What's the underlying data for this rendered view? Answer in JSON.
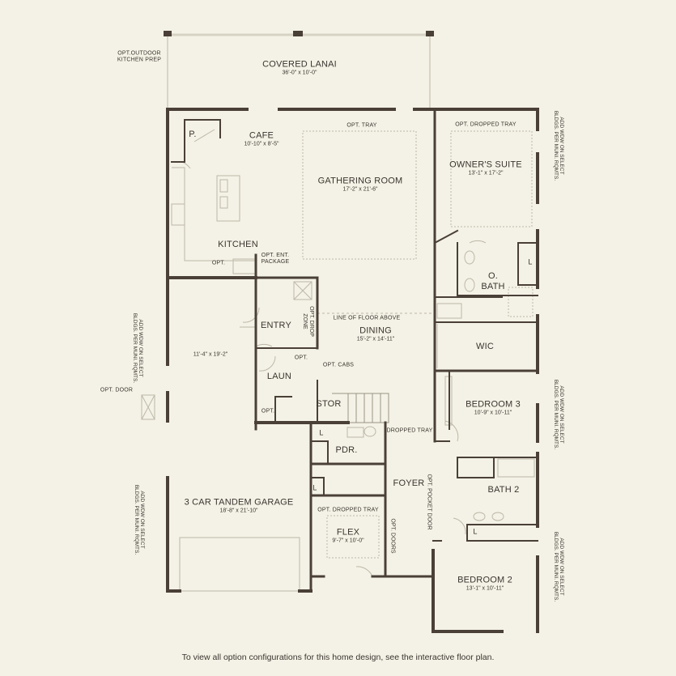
{
  "rooms": {
    "covered_lanai": {
      "name": "COVERED LANAI",
      "dims": "36'-0\" x 10'-0\""
    },
    "cafe": {
      "name": "CAFE",
      "dims": "10'-10\" x 8'-5\""
    },
    "pantry": {
      "name": "P."
    },
    "gathering_room": {
      "name": "GATHERING ROOM",
      "dims": "17'-2\" x 21'-6\""
    },
    "owners_suite": {
      "name": "OWNER'S SUITE",
      "dims": "13'-1\" x 17'-2\""
    },
    "kitchen": {
      "name": "KITCHEN"
    },
    "o_bath": {
      "name": "O. BATH"
    },
    "entry": {
      "name": "ENTRY"
    },
    "dining": {
      "name": "DINING",
      "dims": "15'-2\" x 14'-11\""
    },
    "wic": {
      "name": "WIC"
    },
    "laun": {
      "name": "LAUN"
    },
    "stor": {
      "name": "STOR"
    },
    "bedroom3": {
      "name": "BEDROOM 3",
      "dims": "10'-9\" x 10'-11\""
    },
    "pdr": {
      "name": "PDR."
    },
    "foyer": {
      "name": "FOYER"
    },
    "bath2": {
      "name": "BATH 2"
    },
    "garage": {
      "name": "3 CAR TANDEM GARAGE",
      "dims": "18'-8\" x 21'-10\"",
      "tandem_dims": "11'-4\" x 19'-2\""
    },
    "flex": {
      "name": "FLEX",
      "dims": "9'-7\" x 10'-0\""
    },
    "bedroom2": {
      "name": "BEDROOM 2",
      "dims": "13'-1\" x 10'-11\""
    }
  },
  "notes": {
    "outdoor_kitchen_1": "OPT.OUTDOOR",
    "outdoor_kitchen_2": "KITCHEN PREP",
    "opt_tray": "OPT. TRAY",
    "opt_dropped_tray_owner": "OPT. DROPPED TRAY",
    "opt_kitchen": "OPT.",
    "opt_ent_package_1": "OPT. ENT.",
    "opt_ent_package_2": "PACKAGE",
    "line_floor_above": "LINE OF FLOOR ABOVE",
    "opt_drop_zone_1": "OPT. DROP",
    "opt_drop_zone_2": "ZONE",
    "opt_laun_1": "OPT.",
    "opt_laun_2": "OPT.",
    "opt_cabs": "OPT. CABS",
    "opt_door": "OPT. DOOR",
    "dropped_tray": "DROPPED TRAY",
    "opt_dropped_tray_flex": "OPT. DROPPED TRAY",
    "opt_doors": "OPT. DOORS",
    "opt_pocket_door": "OPT. POCKET DOOR",
    "linen": "L",
    "wdw_1": "ADD WDW ON SELECT",
    "wdw_2": "BLDGS. PER MUNI. RQMTS."
  },
  "footer": "To view all option configurations for this home design, see the interactive floor plan."
}
